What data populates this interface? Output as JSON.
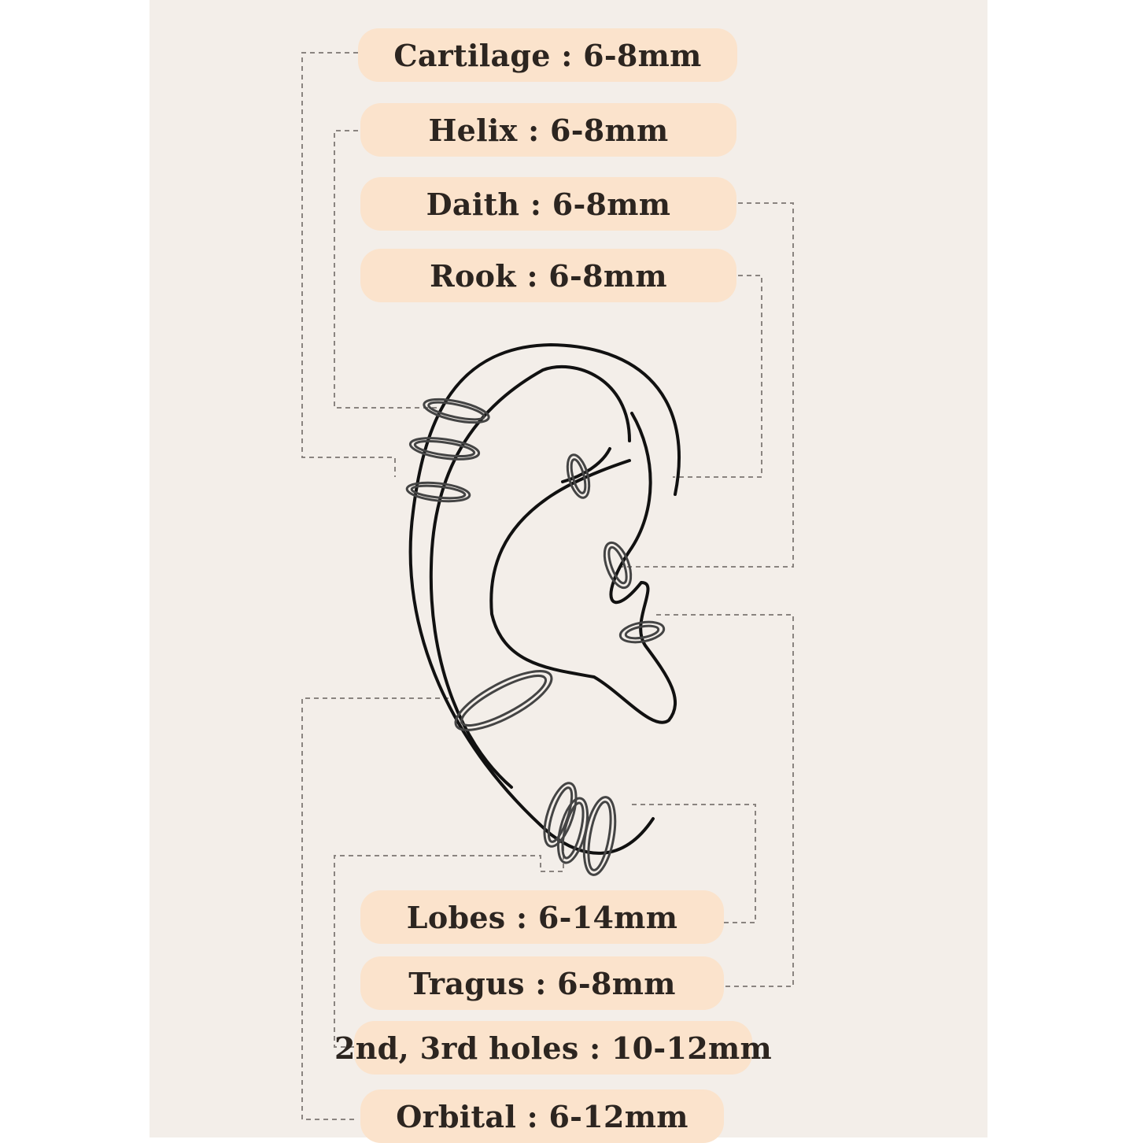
{
  "labels": {
    "cartilage": "Cartilage : 6-8mm",
    "helix": "Helix : 6-8mm",
    "daith": "Daith : 6-8mm",
    "rook": "Rook : 6-8mm",
    "lobes": "Lobes : 6-14mm",
    "tragus": "Tragus : 6-8mm",
    "holes": "2nd, 3rd holes : 10-12mm",
    "orbital": "Orbital : 6-12mm"
  },
  "colors": {
    "background": "#f3eee9",
    "pill": "#fbe3cc",
    "ear_line": "#111111",
    "ring_line": "#444444",
    "leader_line": "#8a8480"
  }
}
